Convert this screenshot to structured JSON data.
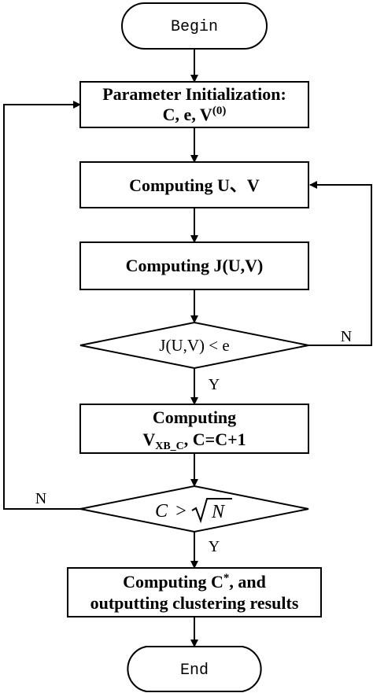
{
  "nodes": {
    "begin": "Begin",
    "init_line1": "Parameter Initialization:",
    "init_line2_prefix": "C, e, V",
    "init_line2_sup": "(0)",
    "compute_uv": "Computing  U、V",
    "compute_j": "Computing J(U,V)",
    "decision_j": "J(U,V) < e",
    "compute_vxb_line1": "Computing",
    "compute_vxb_v": "V",
    "compute_vxb_sub": "XB_C",
    "compute_vxb_rest": ", C=C+1",
    "decision_c_lhs": "C",
    "decision_c_op": ">",
    "decision_c_rhs": "N",
    "final_line1_prefix": "Computing  C",
    "final_line1_sup": "*",
    "final_line1_suffix": ", and",
    "final_line2": "outputting clustering results",
    "end": "End"
  },
  "edges": {
    "decision_j_yes": "Y",
    "decision_j_no": "N",
    "decision_c_yes": "Y",
    "decision_c_no": "N"
  }
}
